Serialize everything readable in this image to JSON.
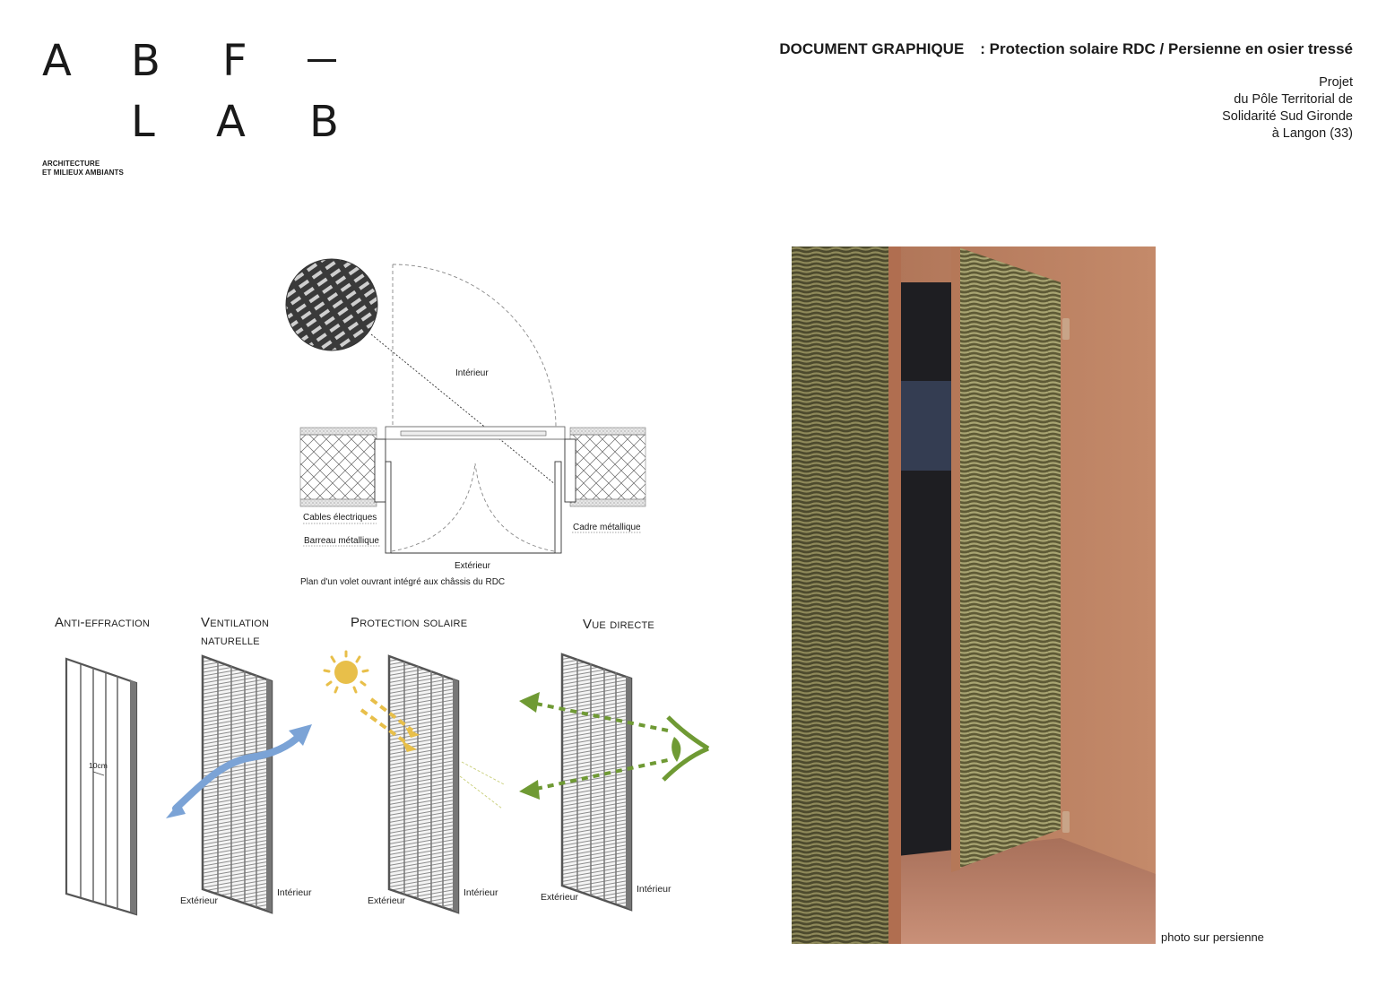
{
  "logo": {
    "row1": [
      "A",
      "B",
      "F",
      "—"
    ],
    "row2": [
      "L",
      "A",
      "B"
    ],
    "tagline_line1": "ARCHITECTURE",
    "tagline_line2": "ET MILIEUX AMBIANTS"
  },
  "header": {
    "doc_type": "DOCUMENT GRAPHIQUE",
    "doc_subject": ": Protection solaire RDC / Persienne en osier tressé",
    "project_lines": [
      "Projet",
      "du Pôle Territorial de",
      "Solidarité Sud Gironde",
      "à Langon  (33)"
    ]
  },
  "plan": {
    "interior_label": "Intérieur",
    "exterior_label": "Extérieur",
    "annotations": {
      "cables": "Cables électriques",
      "barreau": "Barreau métallique",
      "cadre": "Cadre métallique"
    },
    "caption": "Plan d'un volet ouvrant intégré aux châssis du RDC"
  },
  "functions": [
    {
      "title": "Anti-effraction",
      "dimension": "10cm"
    },
    {
      "title_line1": "Ventilation",
      "title_line2": "naturelle",
      "exterior": "Extérieur",
      "interior": "Intérieur"
    },
    {
      "title": "Protection solaire",
      "exterior": "Extérieur",
      "interior": "Intérieur"
    },
    {
      "title": "Vue directe",
      "exterior": "Extérieur",
      "interior": "Intérieur"
    }
  ],
  "photo": {
    "caption": "photo sur persienne"
  },
  "colors": {
    "text": "#1a1a1a",
    "frame_grey": "#6b6b6b",
    "air_blue": "#7ba3d6",
    "sun_yellow": "#e8bf4a",
    "view_green": "#6f9a34",
    "photo_wall": "#b87a5c",
    "wicker": "#8a8450"
  }
}
